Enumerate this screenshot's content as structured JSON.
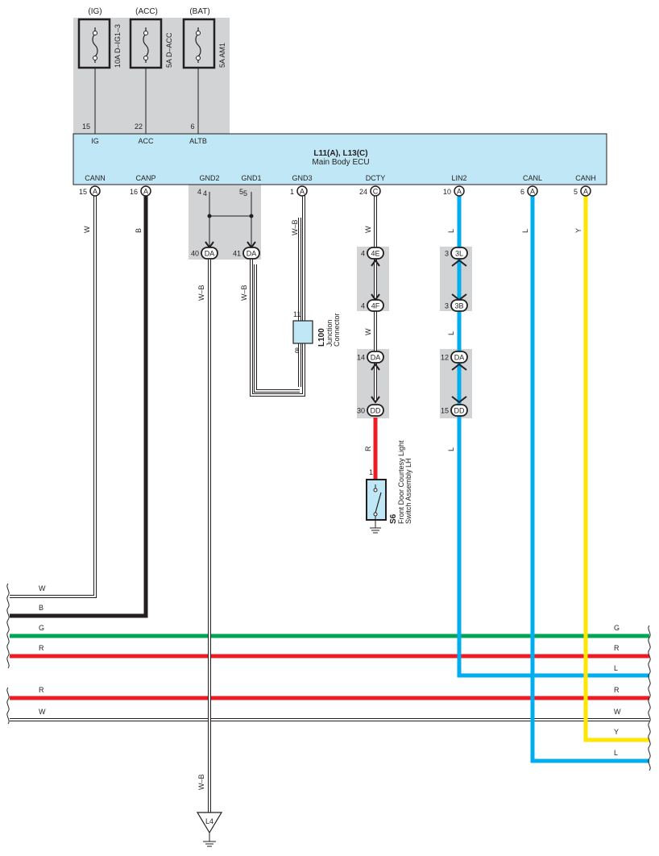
{
  "fuses": [
    {
      "supply": "(IG)",
      "name": "10A D–IG1–3",
      "pin": "15",
      "ecu_pin_label": "IG"
    },
    {
      "supply": "(ACC)",
      "name": "5A D–ACC",
      "pin": "22",
      "ecu_pin_label": "ACC"
    },
    {
      "supply": "(BAT)",
      "name": "5A AM1",
      "pin": "6",
      "ecu_pin_label": "ALTB"
    }
  ],
  "ecu": {
    "code": "L11(A), L13(C)",
    "name": "Main Body ECU",
    "pins": [
      {
        "label": "CANN",
        "pin": "15",
        "conn": "A"
      },
      {
        "label": "CANP",
        "pin": "16",
        "conn": "A"
      },
      {
        "label": "GND2",
        "pin": "4",
        "conn": ""
      },
      {
        "label": "GND1",
        "pin": "5",
        "conn": ""
      },
      {
        "label": "GND3",
        "pin": "1",
        "conn": "A"
      },
      {
        "label": "DCTY",
        "pin": "24",
        "conn": "C"
      },
      {
        "label": "LIN2",
        "pin": "10",
        "conn": "A"
      },
      {
        "label": "CANL",
        "pin": "6",
        "conn": "A"
      },
      {
        "label": "CANH",
        "pin": "5",
        "conn": "A"
      }
    ]
  },
  "wire_colors": {
    "cann": "W",
    "canp": "B",
    "gnd2": "W–B",
    "gnd1": "W–B",
    "gnd3": "W–B",
    "dcty_upper": "W",
    "dcty_mid": "W",
    "dcty_lower": "R",
    "lin2_upper": "L",
    "lin2_mid": "L",
    "lin2_lower": "L",
    "canl": "L",
    "canh": "Y",
    "ground_lead": "W–B"
  },
  "connectors": {
    "gnd2_da": {
      "pin": "40",
      "conn": "DA"
    },
    "gnd1_da": {
      "pin": "41",
      "conn": "DA"
    },
    "dcty_4e": {
      "pin": "4",
      "conn": "4E"
    },
    "dcty_4f": {
      "pin": "4",
      "conn": "4F"
    },
    "dcty_da": {
      "pin": "14",
      "conn": "DA"
    },
    "dcty_dd": {
      "pin": "30",
      "conn": "DD"
    },
    "lin2_3l": {
      "pin": "3",
      "conn": "3L"
    },
    "lin2_3b": {
      "pin": "3",
      "conn": "3B"
    },
    "lin2_da": {
      "pin": "12",
      "conn": "DA"
    },
    "lin2_dd": {
      "pin": "15",
      "conn": "DD"
    }
  },
  "junction": {
    "code": "L100",
    "name1": "Junction",
    "name2": "Connector",
    "pin_top": "11",
    "pin_bottom": "8"
  },
  "switch": {
    "code": "S6",
    "name1": "Front Door Courtesy Light",
    "name2": "Switch Assembly LH",
    "pin": "1"
  },
  "ground": {
    "label": "L4"
  },
  "bus_lines": {
    "left": [
      "W",
      "B",
      "G",
      "R",
      "R",
      "W"
    ],
    "right": [
      "G",
      "R",
      "L",
      "R",
      "W",
      "Y",
      "L"
    ]
  },
  "colors": {
    "W": "#ffffff",
    "B": "#231f20",
    "G": "#00a651",
    "R": "#ed1c24",
    "L": "#00aeef",
    "Y": "#ffe600",
    "ecu_fill": "#bfe7f5",
    "shade": "#d1d3d4"
  }
}
